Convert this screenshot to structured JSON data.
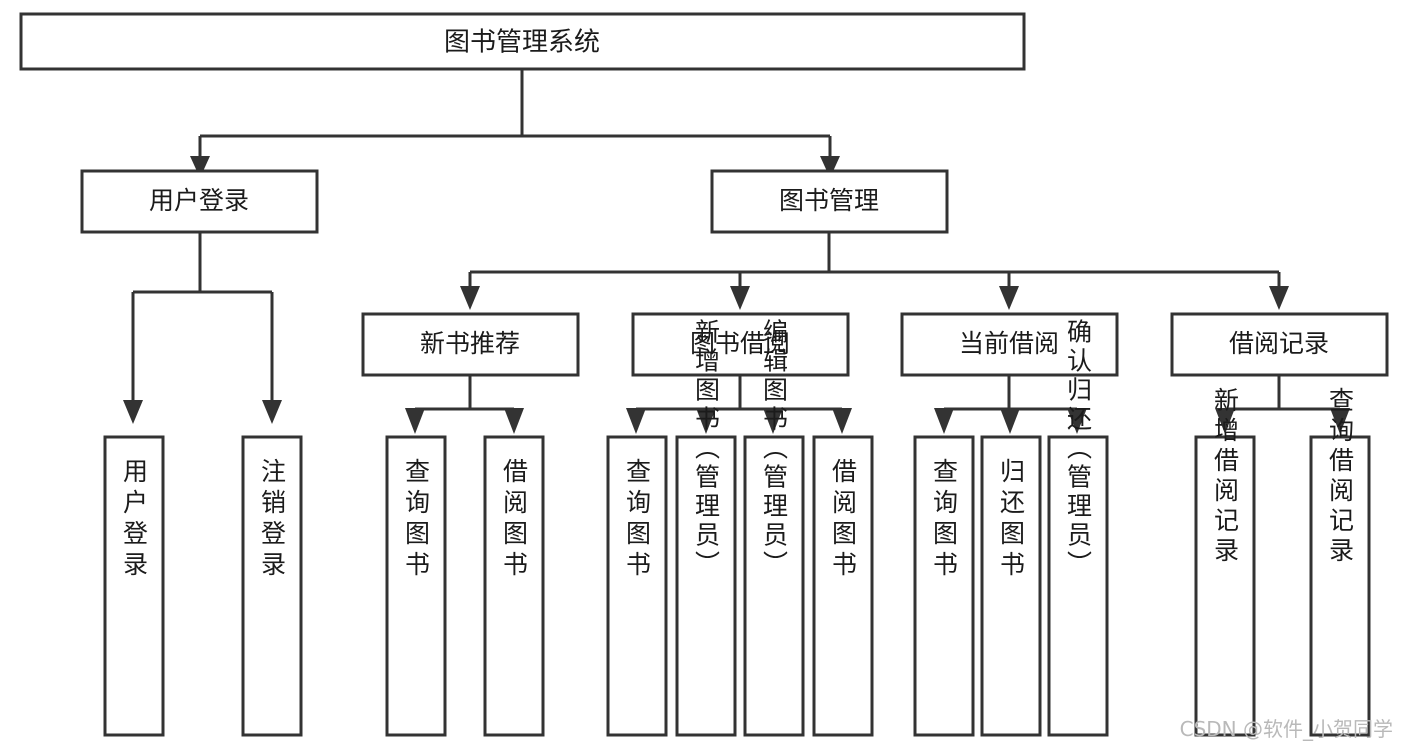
{
  "diagram": {
    "title": "图书管理系统",
    "type": "tree-hierarchy-chart",
    "levels": {
      "root": {
        "label": "图书管理系统"
      },
      "level2": [
        {
          "label": "用户登录"
        },
        {
          "label": "图书管理"
        }
      ],
      "level3": [
        {
          "label": "新书推荐"
        },
        {
          "label": "图书借阅"
        },
        {
          "label": "当前借阅"
        },
        {
          "label": "借阅记录"
        }
      ]
    },
    "leaves": {
      "user_login": [
        {
          "label": "用户登录"
        },
        {
          "label": "注销登录"
        }
      ],
      "new_book_recommend": [
        {
          "label": "查询图书"
        },
        {
          "label": "借阅图书"
        }
      ],
      "book_borrow": [
        {
          "label": "查询图书"
        },
        {
          "label": "新增图书（管理员）"
        },
        {
          "label": "编辑图书（管理员）"
        },
        {
          "label": "借阅图书"
        }
      ],
      "current_borrow": [
        {
          "label": "查询图书"
        },
        {
          "label": "归还图书"
        },
        {
          "label": "确认归还（管理员）"
        }
      ],
      "borrow_record": [
        {
          "label": "新增借阅记录"
        },
        {
          "label": "查询借阅记录"
        }
      ]
    }
  },
  "watermark": {
    "text": "CSDN @软件_小贺同学"
  },
  "colors": {
    "stroke": "#333333",
    "fill": "#ffffff",
    "text": "#1b1b1b",
    "watermark": "#b9b9b9"
  }
}
